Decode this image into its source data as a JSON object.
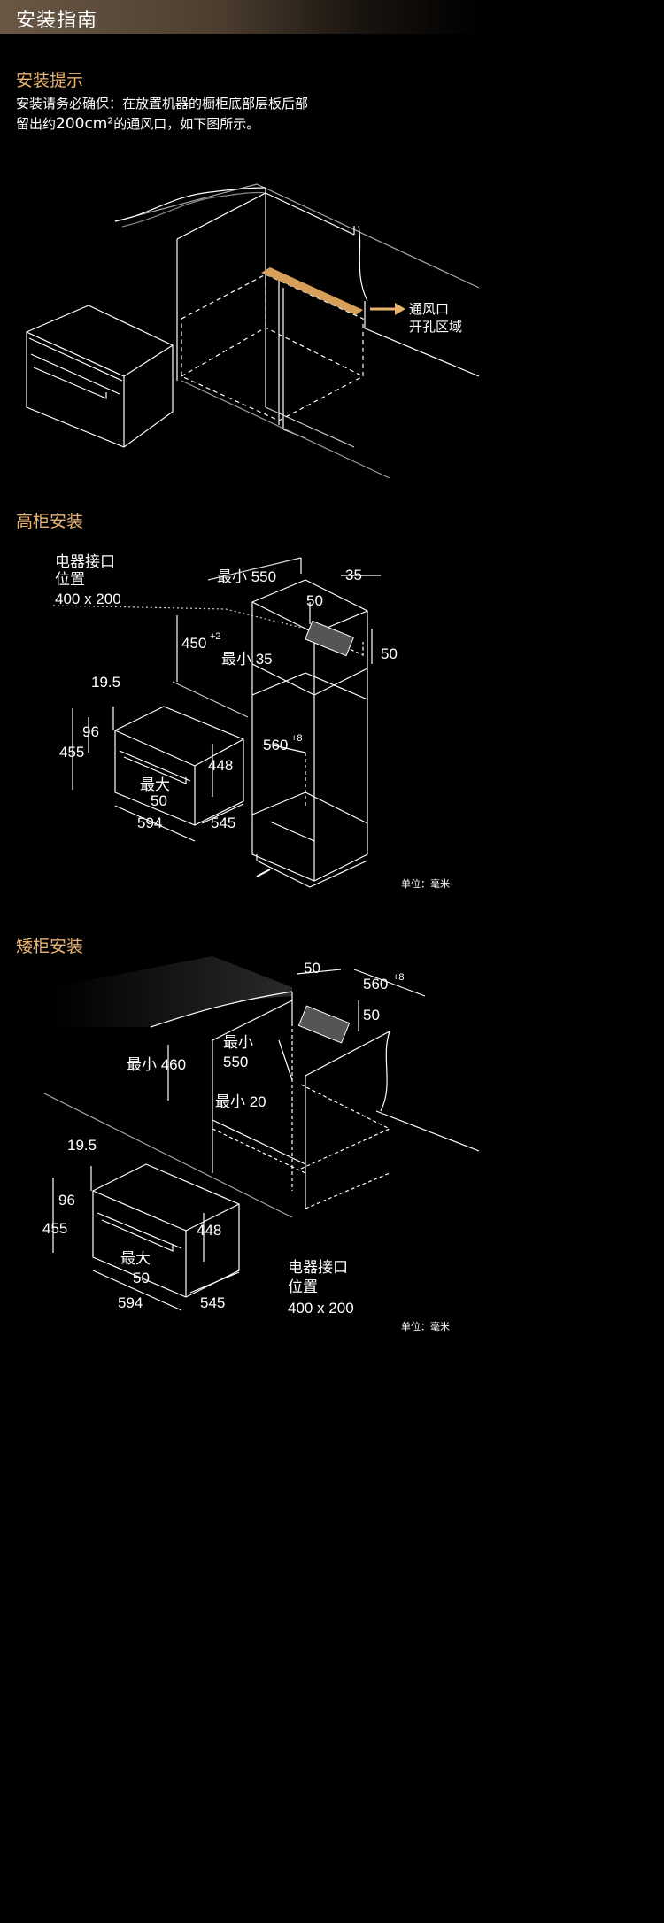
{
  "header": {
    "title": "安装指南"
  },
  "section1": {
    "title": "安装提示",
    "line1": "安装请务必确保：在放置机器的橱柜底部层板后部",
    "line2_a": "留出约",
    "line2_b": "200cm²",
    "line2_c": "的通风口，如下图所示。",
    "callout": [
      "通风口",
      "开孔区域"
    ]
  },
  "section2": {
    "title": "高柜安装",
    "connector_label": [
      "电器接口",
      "位置",
      "400 x 200"
    ],
    "dims": {
      "min550": "最小 550",
      "d35": "35",
      "d50a": "50",
      "d50b": "50",
      "d450": "450",
      "d450_sup": "+2",
      "min35": "最小 35",
      "d560": "560",
      "d560_sup": "+8",
      "d19_5": "19.5",
      "d96": "96",
      "d455": "455",
      "d448": "448",
      "max": "最大",
      "max50": "50",
      "d594": "594",
      "d545": "545"
    },
    "unit": "单位：毫米"
  },
  "section3": {
    "title": "矮柜安装",
    "dims": {
      "d50a": "50",
      "d560": "560",
      "d560_sup": "+8",
      "d50b": "50",
      "min": "最小",
      "min550": "550",
      "min460": "最小 460",
      "min20": "最小 20",
      "d19_5": "19.5",
      "d96": "96",
      "d455": "455",
      "d448": "448",
      "max": "最大",
      "max50": "50",
      "d594": "594",
      "d545": "545"
    },
    "connector_label": [
      "电器接口",
      "位置",
      "400 x 200"
    ],
    "unit": "单位：毫米"
  },
  "colors": {
    "accent": "#e9b46f",
    "vent": "#d7a05a",
    "background": "#000000"
  }
}
